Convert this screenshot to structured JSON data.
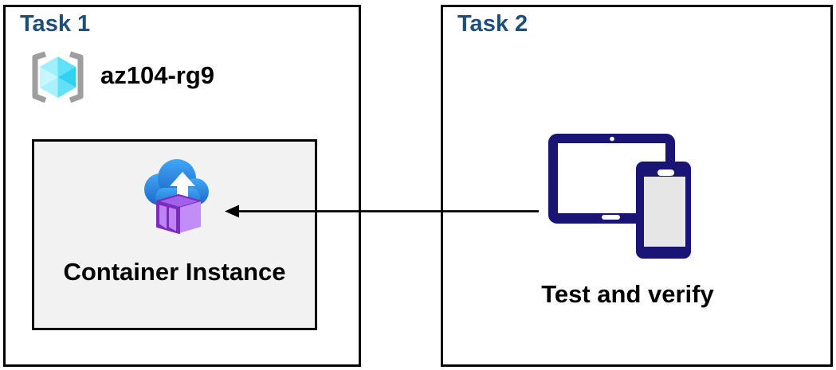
{
  "diagram": {
    "task1": {
      "title": "Task 1",
      "resource_group_name": "az104-rg9",
      "container_label": "Container Instance"
    },
    "task2": {
      "title": "Task 2",
      "label": "Test and verify"
    },
    "connector": {
      "type": "arrow",
      "direction": "right-to-left",
      "from": "devices-icon",
      "to": "container-instance"
    },
    "icons": {
      "resource_group": "resource-group-icon",
      "container_instance": "container-instances-icon",
      "devices": "devices-tablet-phone-icon"
    }
  },
  "colors": {
    "title_blue": "#1F4E79",
    "box_border": "#000000",
    "container_box_bg": "#F2F2F2",
    "device_navy": "#1A1575",
    "device_screen_gray": "#E6E6E6",
    "cloud_blue_top": "#41A7F5",
    "cloud_blue_bottom": "#1C67C8",
    "container_purple_light": "#C18EF7",
    "container_purple_mid": "#A161E8",
    "container_purple_dark": "#7B2CBF",
    "cube_cyan": "#50E6FF",
    "bracket_gray": "#9E9E9E"
  }
}
